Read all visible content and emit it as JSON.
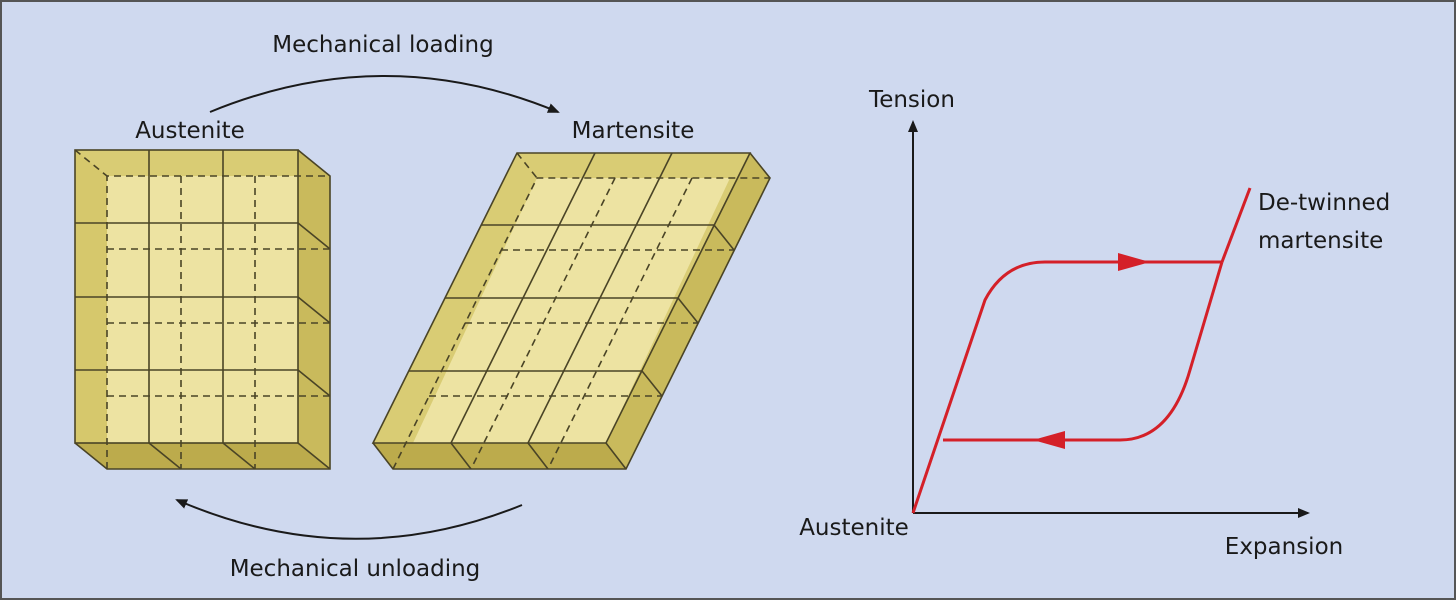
{
  "labels": {
    "loading": "Mechanical loading",
    "unloading": "Mechanical unloading",
    "austenite": "Austenite",
    "martensite": "Martensite"
  },
  "graph": {
    "y_axis": "Tension",
    "x_axis": "Expansion",
    "origin_label": "Austenite",
    "end_label_line1": "De-twinned",
    "end_label_line2": "martensite"
  },
  "colors": {
    "background": "#cfd9ef",
    "curve": "#d42028",
    "face": "#ede3a2",
    "side": "#c9ba5c",
    "frame": "#d9cc74"
  }
}
